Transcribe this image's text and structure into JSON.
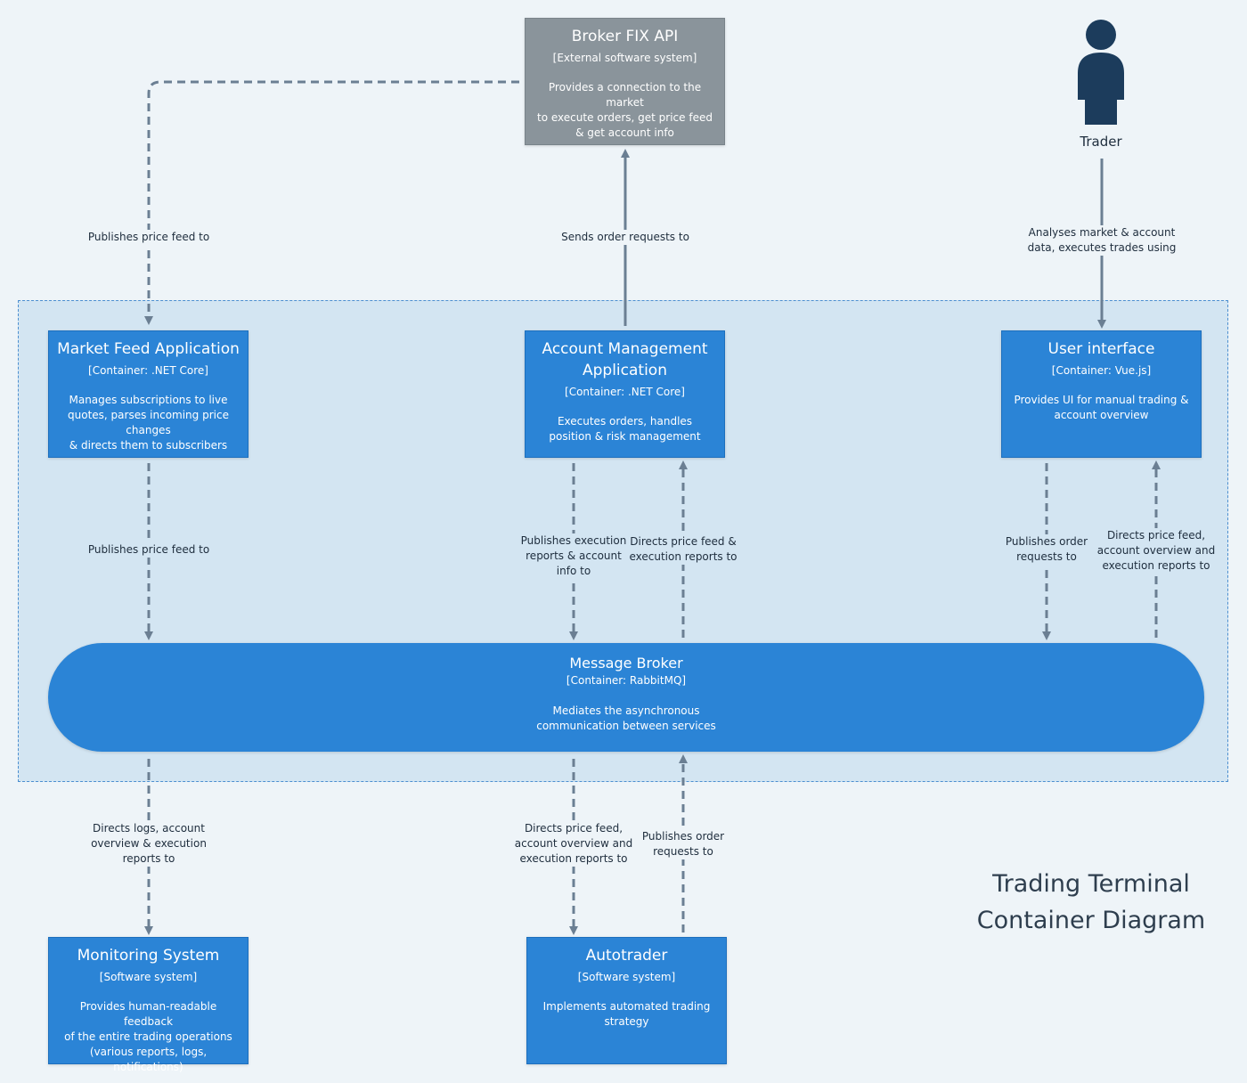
{
  "title": "Trading Terminal\nContainer Diagram",
  "colors": {
    "container": "#2b84d6",
    "external": "#8a949b",
    "boundary_fill": "#d3e5f2",
    "boundary_border": "#4d8fd0",
    "arrow": "#6b7f93",
    "person": "#1c3c5c"
  },
  "person": {
    "name": "Trader",
    "icon": "person-icon"
  },
  "boxes": {
    "broker_fix": {
      "title": "Broker FIX API",
      "kind": "[External software system]",
      "desc": "Provides a connection to the market\nto execute orders, get price feed\n& get account info"
    },
    "market_feed": {
      "title": "Market Feed Application",
      "kind": "[Container: .NET Core]",
      "desc": "Manages subscriptions to live\nquotes, parses incoming price changes\n& directs them to subscribers"
    },
    "account_mgmt": {
      "title": "Account Management\nApplication",
      "kind": "[Container: .NET Core]",
      "desc": "Executes orders, handles\nposition & risk management"
    },
    "user_interface": {
      "title": "User interface",
      "kind": "[Container: Vue.js]",
      "desc": "Provides UI for manual trading &\naccount overview"
    },
    "message_broker": {
      "title": "Message Broker",
      "kind": "[Container: RabbitMQ]",
      "desc": "Mediates the asynchronous\ncommunication between services"
    },
    "monitoring": {
      "title": "Monitoring System",
      "kind": "[Software system]",
      "desc": "Provides human-readable feedback\nof the entire trading operations\n(various reports, logs, notifications)"
    },
    "autotrader": {
      "title": "Autotrader",
      "kind": "[Software system]",
      "desc": "Implements automated trading\nstrategy"
    }
  },
  "relations": {
    "fix_to_feed": "Publishes price feed to",
    "acct_to_fix": "Sends order requests to",
    "trader_to_ui": "Analyses market & account\ndata, executes trades using",
    "feed_to_broker": "Publishes price feed to",
    "acct_to_broker": "Publishes execution\nreports & account\ninfo to",
    "broker_to_acct": "Directs price feed &\nexecution reports to",
    "ui_to_broker": "Publishes order\nrequests to",
    "broker_to_ui": "Directs price feed,\naccount overview and\nexecution reports to",
    "broker_to_monitoring": "Directs logs, account\noverview & execution\nreports to",
    "broker_to_autotrader": "Directs price feed,\naccount overview and\nexecution reports to",
    "autotrader_to_broker": "Publishes order\nrequests to"
  }
}
